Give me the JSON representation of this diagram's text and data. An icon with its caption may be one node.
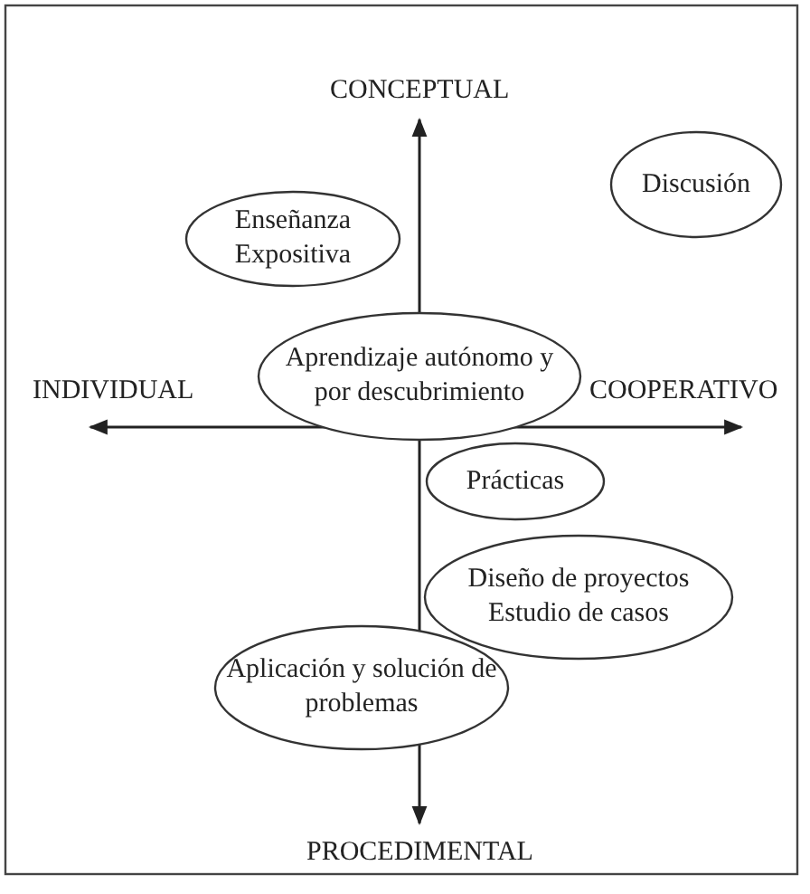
{
  "diagram": {
    "nodes": [
      {
        "text": [
          "Enseñanza Expositiva"
        ]
      },
      {
        "text": [
          "Discusión"
        ]
      },
      {
        "text": [
          "Aprendizaje autónomo y por descubrimiento"
        ]
      },
      {
        "text": [
          "Prácticas"
        ]
      },
      {
        "text": [
          "Diseño de proyectos Estudio de casos"
        ]
      },
      {
        "text": [
          "Aplicación y solución de problemas"
        ]
      }
    ],
    "edges": [],
    "labels": [
      "CONCEPTUAL",
      "INDIVIDUAL",
      "COOPERATIVO",
      "PROCEDIMENTAL"
    ]
  }
}
